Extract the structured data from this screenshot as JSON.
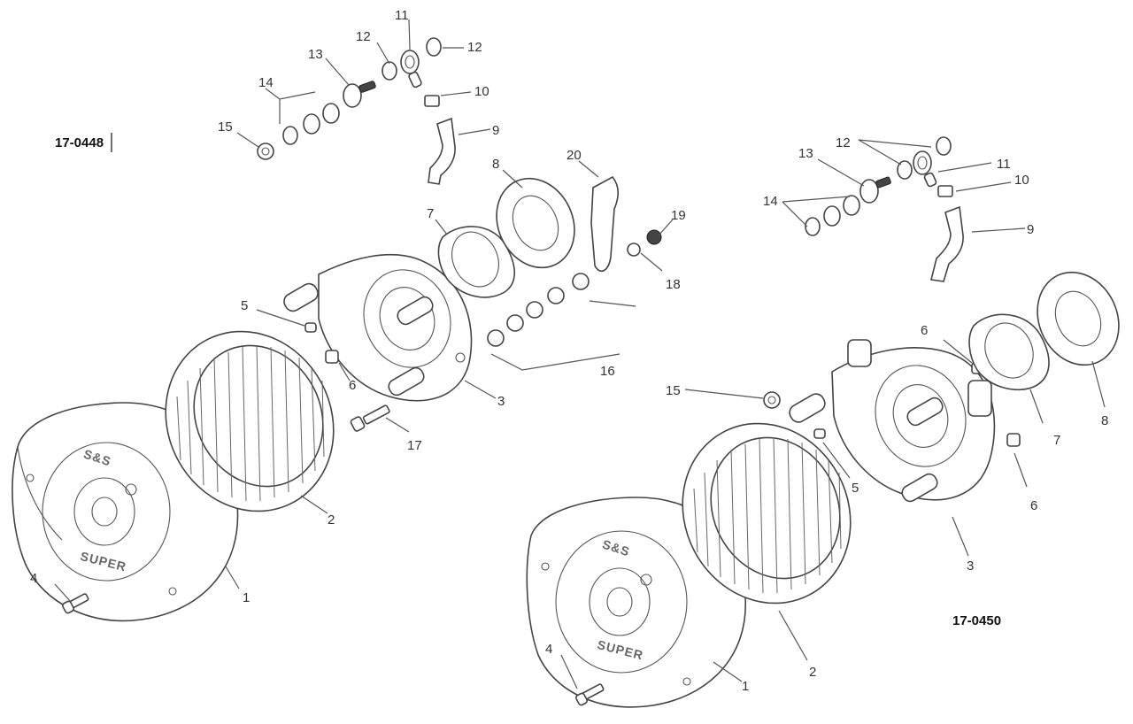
{
  "diagram": {
    "models": [
      {
        "id": "left",
        "code": "17-0448",
        "callouts": [
          "1",
          "2",
          "3",
          "4",
          "5",
          "6",
          "7",
          "8",
          "9",
          "10",
          "11",
          "12",
          "12",
          "13",
          "14",
          "15",
          "16",
          "17",
          "18",
          "19",
          "20"
        ],
        "cover_emblem_top": "S&S",
        "cover_emblem_bottom": "SUPER"
      },
      {
        "id": "right",
        "code": "17-0450",
        "callouts": [
          "1",
          "2",
          "3",
          "4",
          "5",
          "6",
          "6",
          "7",
          "8",
          "9",
          "10",
          "11",
          "12",
          "13",
          "14",
          "15"
        ],
        "cover_emblem_top": "S&S",
        "cover_emblem_bottom": "SUPER"
      }
    ]
  }
}
